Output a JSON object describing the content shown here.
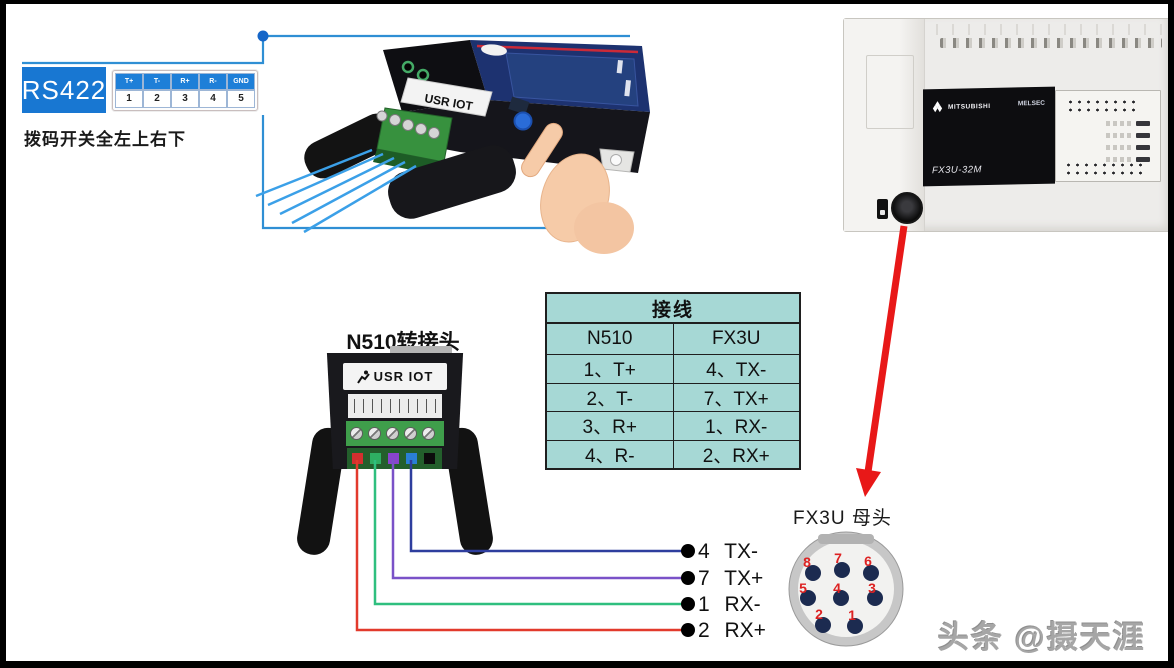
{
  "colors": {
    "callout": "#2f8fd4",
    "callout_dot": "#1566c8",
    "arrow": "#e81818",
    "pin_red": "#dd2222",
    "rs422_blue": "#1877d2",
    "table_bg": "#a6d8d5"
  },
  "rs422": {
    "label": "RS422",
    "caption": "拨码开关全左上右下",
    "pins": [
      "T+",
      "T-",
      "R+",
      "R-",
      "GND"
    ],
    "numbers": [
      "1",
      "2",
      "3",
      "4",
      "5"
    ]
  },
  "photo": {
    "brand": "USR IOT"
  },
  "plc": {
    "brand": "MITSUBISHI",
    "series": "MELSEC",
    "model": "FX3U-32M"
  },
  "adapter": {
    "title": "N510转接头",
    "brand": "USR IOT"
  },
  "wiring_table": {
    "title": "接线",
    "columns": [
      "N510",
      "FX3U"
    ],
    "rows": [
      [
        "1、T+",
        "4、TX-"
      ],
      [
        "2、T-",
        "7、TX+"
      ],
      [
        "3、R+",
        "1、RX-"
      ],
      [
        "4、R-",
        "2、RX+"
      ]
    ]
  },
  "wires": [
    {
      "label": "4 TX-",
      "color": "#2e3e9e"
    },
    {
      "label": "7 TX+",
      "color": "#7a52c8"
    },
    {
      "label": "1 RX-",
      "color": "#2fbf7f"
    },
    {
      "label": "2 RX+",
      "color": "#e23a2c"
    }
  ],
  "fx3u_connector": {
    "label": "FX3U 母头",
    "pins": [
      "8",
      "7",
      "6",
      "5",
      "4",
      "3",
      "2",
      "1"
    ]
  },
  "watermark": {
    "text": "头条 @摄天涯"
  }
}
